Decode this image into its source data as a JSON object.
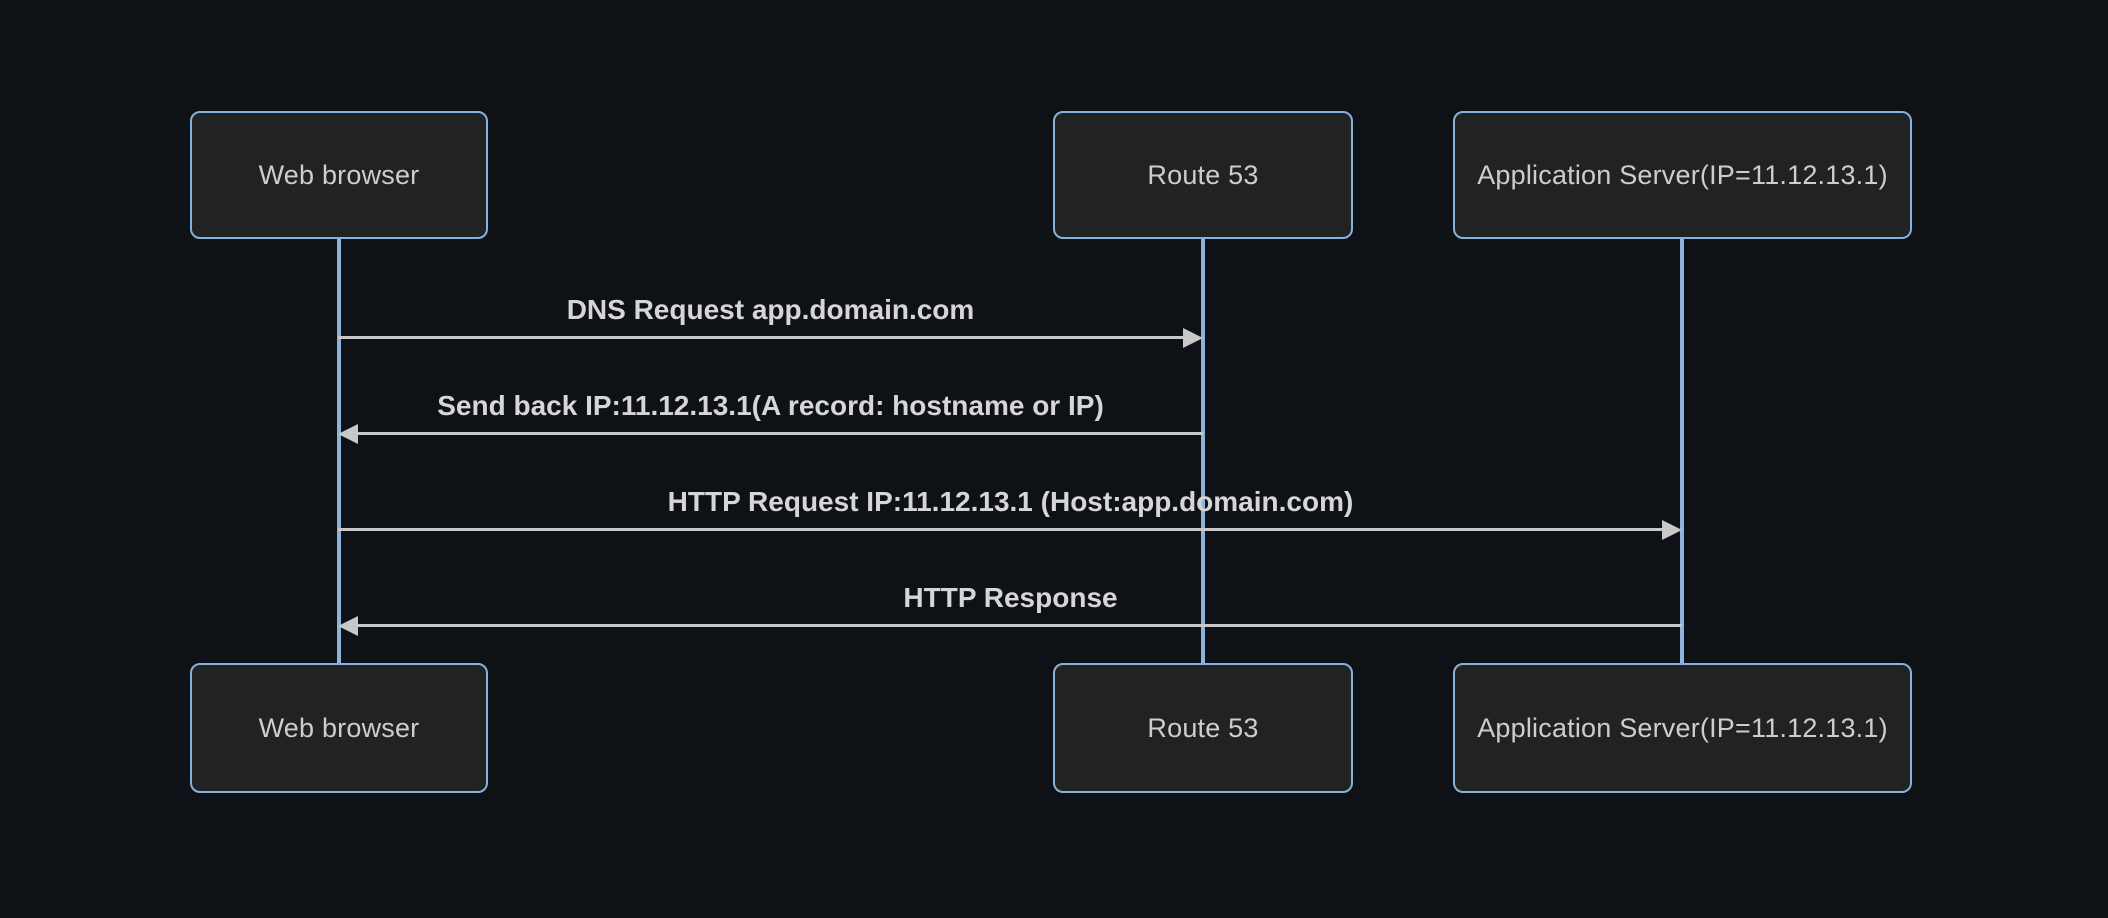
{
  "diagram": {
    "type": "sequence-diagram",
    "actors": [
      {
        "id": "web-browser",
        "label": "Web browser"
      },
      {
        "id": "route-53",
        "label": "Route 53"
      },
      {
        "id": "app-server",
        "label": "Application Server(IP=11.12.13.1)"
      }
    ],
    "messages": [
      {
        "from": "web-browser",
        "to": "route-53",
        "direction": "right",
        "text": "DNS Request app.domain.com"
      },
      {
        "from": "route-53",
        "to": "web-browser",
        "direction": "left",
        "text": "Send back IP:11.12.13.1(A record: hostname or IP)"
      },
      {
        "from": "web-browser",
        "to": "app-server",
        "direction": "right",
        "text": "HTTP Request IP:11.12.13.1 (Host:app.domain.com)"
      },
      {
        "from": "app-server",
        "to": "web-browser",
        "direction": "left",
        "text": "HTTP Response"
      }
    ],
    "colors": {
      "background": "#0e1116",
      "actor_fill": "#212323",
      "actor_border": "#85b2dc",
      "actor_text": "#cdcdcd",
      "lifeline": "#8fb4dc",
      "arrow": "#c8c8c8",
      "message_text": "#d6d6d6"
    }
  }
}
